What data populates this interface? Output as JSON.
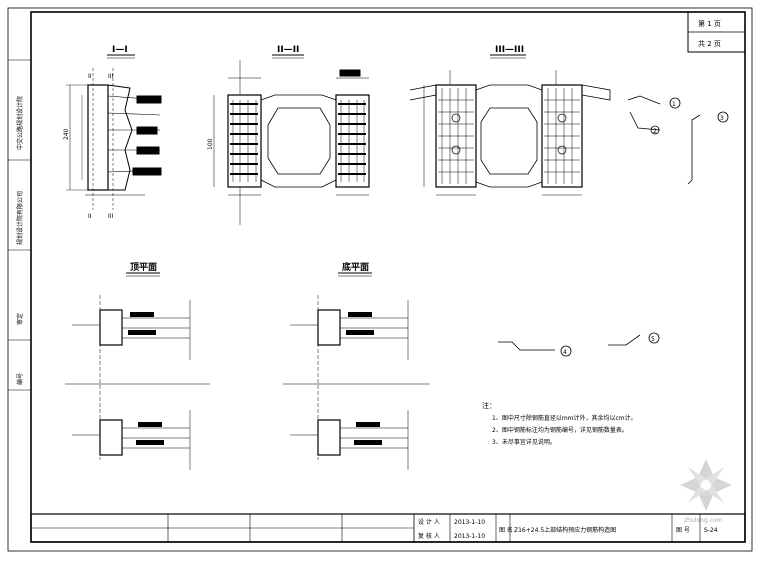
{
  "header": {
    "sheet_no": "第 1 页",
    "sheet_total": "共 2 页"
  },
  "side_labels": [
    "中交公路规划设计院",
    "规划设计院有限公司",
    "审定",
    "编号"
  ],
  "sections": {
    "s1": "I—I",
    "s2": "II—II",
    "s3": "III—III",
    "plan_left": "顶平面",
    "plan_right": "底平面"
  },
  "notes": {
    "heading": "注：",
    "items": [
      "1、图中尺寸除钢筋直径以mm计外，其余均以cm计。",
      "2、图中钢筋标注均为钢筋编号，详见钢筋数量表。",
      "3、未尽事宜详见说明。"
    ]
  },
  "title_block": {
    "designer_label": "设 计 人",
    "designer_date": "2013-1-10",
    "checker_label": "复 核 人",
    "checker_date": "2013-1-10",
    "title_label": "图 名",
    "title": "Z16+24.5上部结构预应力钢筋构造图",
    "fig_label": "图 号",
    "fig_no": "S-24"
  },
  "watermark": "zhulong.com"
}
